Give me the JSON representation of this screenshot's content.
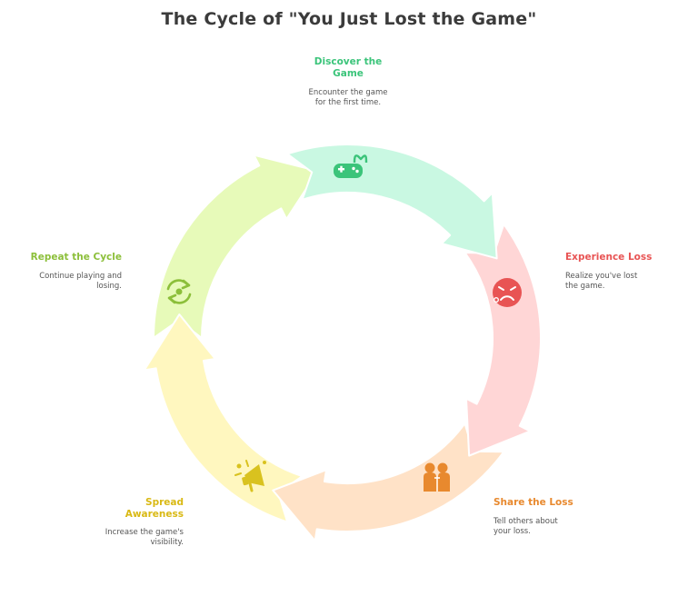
{
  "title": "The Cycle of \"You Just Lost the Game\"",
  "steps": [
    {
      "id": "discover",
      "title": "Discover the Game",
      "description": "Encounter the game for the first time.",
      "icon": "gamepad-icon",
      "fill": "#c9f8e2",
      "accent": "#3bc47a"
    },
    {
      "id": "experience",
      "title": "Experience Loss",
      "description": "Realize you've lost the game.",
      "icon": "sad-face-icon",
      "fill": "#ffd6d6",
      "accent": "#e85454"
    },
    {
      "id": "share",
      "title": "Share the Loss",
      "description": "Tell others about your loss.",
      "icon": "people-icon",
      "fill": "#ffe2c7",
      "accent": "#e8892e"
    },
    {
      "id": "spread",
      "title": "Spread Awareness",
      "description": "Increase the game's visibility.",
      "icon": "megaphone-icon",
      "fill": "#fff7bf",
      "accent": "#d9c21f"
    },
    {
      "id": "repeat",
      "title": "Repeat the Cycle",
      "description": "Continue playing and losing.",
      "icon": "cycle-icon",
      "fill": "#e7fab9",
      "accent": "#8cbf3a"
    }
  ]
}
